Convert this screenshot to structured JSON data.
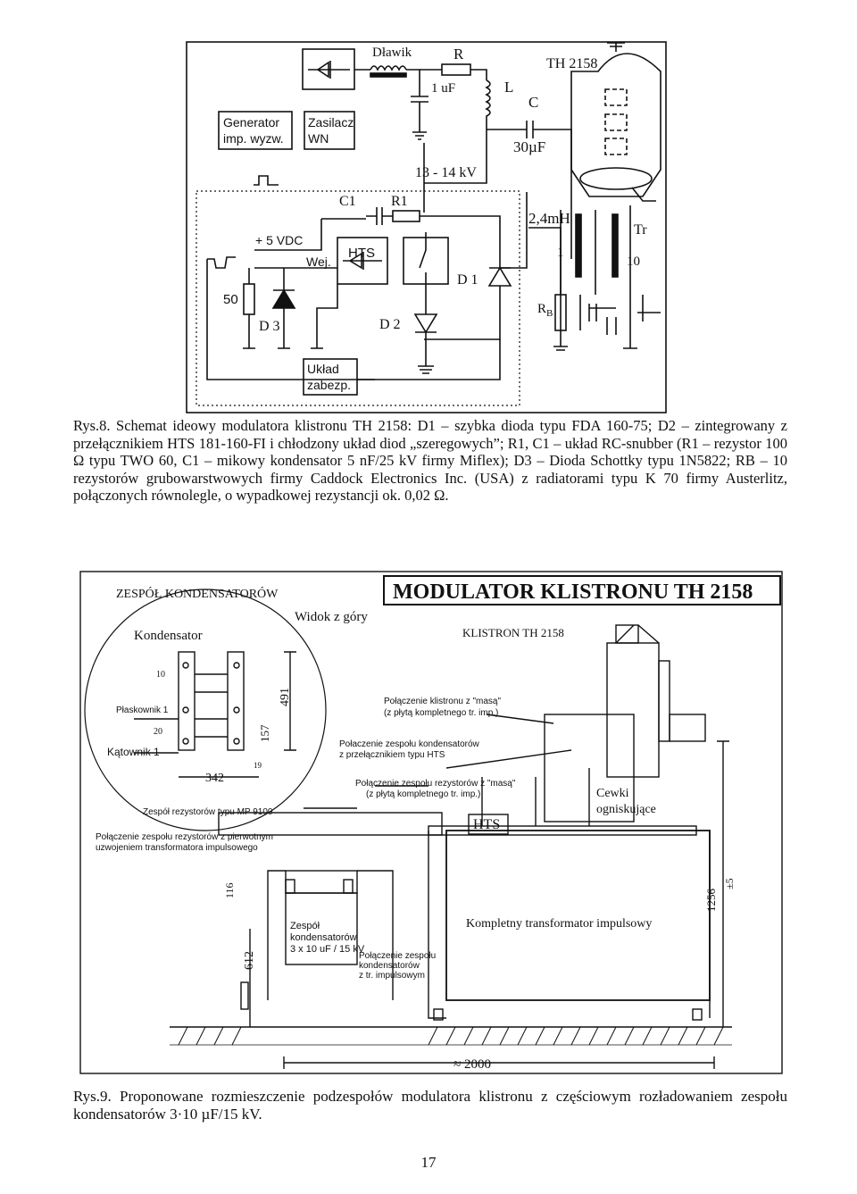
{
  "fig8": {
    "labels": {
      "dlawik": "Dławik",
      "r": "R",
      "th2158": "TH 2158",
      "cap_1uf": "1 uF",
      "l": "L",
      "c": "C",
      "generator": "Generator",
      "generator2": "imp. wyzw.",
      "zasilacz": "Zasilacz",
      "zasilacz2": "WN",
      "cap_30uf": "30µF",
      "kv": "13 - 14 kV",
      "c1": "C1",
      "r1": "R1",
      "mh": "2,4mH",
      "tr": "Tr",
      "vdc": "+ 5 VDC",
      "hts": "HTS",
      "wej": "Wej.",
      "one": "1",
      "ten": "10",
      "d1": "D 1",
      "fifty": "50",
      "d3": "D 3",
      "d2": "D 2",
      "rb": "R",
      "rb_sub": "B",
      "uklad": "Układ",
      "zabezp": "zabezp."
    }
  },
  "caption8": "Rys.8. Schemat ideowy modulatora klistronu TH 2158: D1 – szybka dioda typu FDA 160-75; D2 – zintegrowany z przełącznikiem HTS 181-160-FI i chłodzony układ diod „szeregowych”; R1, C1 – układ RC-snubber (R1 – rezystor 100 Ω typu TWO 60, C1 – mikowy kondensator 5 nF/25 kV firmy Miflex); D3 – Dioda Schottky typu 1N5822; RB – 10 rezystorów grubowarstwowych firmy Caddock Electronics Inc. (USA) z radiatorami typu K 70 firmy Austerlitz, połączonych równolegle, o wypadkowej rezystancji ok. 0,02 Ω.",
  "fig9": {
    "labels": {
      "zespol_kond": "ZESPÓŁ KONDENSATORÓW",
      "title": "MODULATOR KLISTRONU TH 2158",
      "widok": "Widok z góry",
      "kondensator": "Kondensator",
      "klistron": "KLISTRON TH 2158",
      "plaskownik": "Płaskownik 1",
      "katownik": "Kątownik 1",
      "dim_10": "10",
      "dim_20": "20",
      "dim_491": "491",
      "dim_157": "157",
      "dim_342": "342",
      "dim_19": "19",
      "pol_klistron1": "Połączenie klistronu z \"masą\"",
      "pol_klistron2": "(z płytą kompletnego tr. imp.)",
      "pol_kond1": "Połaczenie zespołu kondensatorów",
      "pol_kond2": "z przełącznikiem typu HTS",
      "pol_rez1": "Połączenie zespołu rezystorów z \"masą\"",
      "pol_rez2": "(z płytą kompletnego tr. imp.)",
      "zespol_rez": "Zespół rezystorów typu MP 9100",
      "pol_uzw1": "Połączenie zespołu rezystorów z pierwotnym",
      "pol_uzw2": "uzwojeniem transformatora impulsowego",
      "cewki1": "Cewki",
      "cewki2": "ogniskujące",
      "hts": "HTS",
      "dim_116": "116",
      "dim_612": "612",
      "dim_1256": "1256",
      "dim_pm5": "±5",
      "zespol1": "Zespół",
      "zespol2": "kondensatorów",
      "zespol3": "3 x 10 uF / 15 kV",
      "pol_tr1": "Połączenie zespołu",
      "pol_tr2": "kondensatorów",
      "pol_tr3": "z tr. impulsowym",
      "kompletny": "Kompletny transformator impulsowy",
      "dim_2000": "≈ 2000"
    }
  },
  "caption9": "Rys.9. Proponowane rozmieszczenie podzespołów modulatora klistronu z częściowym rozładowaniem zespołu kondensatorów 3·10 µF/15 kV.",
  "page_number": "17"
}
